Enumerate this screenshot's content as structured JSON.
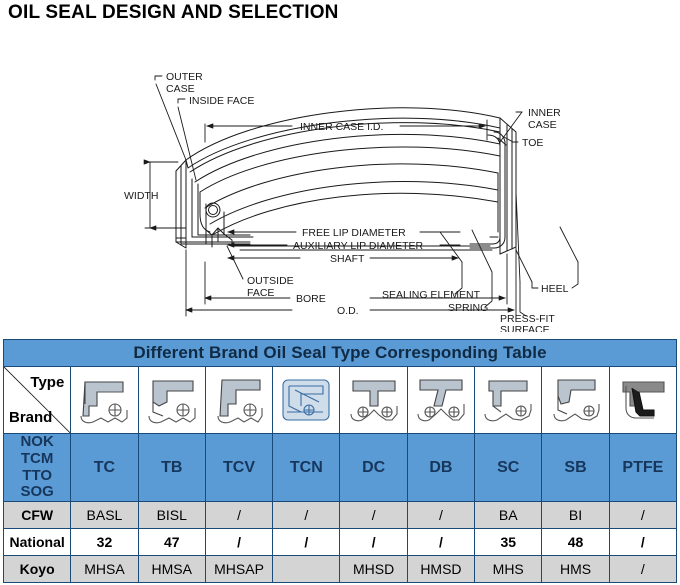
{
  "page": {
    "title": "OIL SEAL DESIGN AND SELECTION"
  },
  "diagram": {
    "name": "oil-seal-cross-section-diagram",
    "labels": {
      "outer_case": "OUTER\nCASE",
      "outer_case_l1": "OUTER",
      "outer_case_l2": "CASE",
      "inside_face": "INSIDE FACE",
      "inner_case_id": "INNER CASE I.D.",
      "inner_case_l1": "INNER",
      "inner_case_l2": "CASE",
      "toe": "TOE",
      "width": "WIDTH",
      "free_lip_diameter": "FREE LIP DIAMETER",
      "auxiliary_lip_diameter": "AUXILIARY LIP DIAMETER",
      "shaft": "SHAFT",
      "outside_face_l1": "OUTSIDE",
      "outside_face_l2": "FACE",
      "sealing_element": "SEALING ELEMENT",
      "spring": "SPRING",
      "heel": "HEEL",
      "bore": "BORE",
      "od": "O.D.",
      "press_fit_l1": "PRESS-FIT",
      "press_fit_l2": "SURFACE"
    }
  },
  "table": {
    "banner": "Different Brand Oil Seal Type Corresponding Table",
    "corner": {
      "type_label": "Type",
      "brand_label": "Brand"
    },
    "columns": [
      {
        "type": "TC",
        "icon": "seal-icon-tc"
      },
      {
        "type": "TB",
        "icon": "seal-icon-tb"
      },
      {
        "type": "TCV",
        "icon": "seal-icon-tcv"
      },
      {
        "type": "TCN",
        "icon": "seal-icon-tcn"
      },
      {
        "type": "DC",
        "icon": "seal-icon-dc"
      },
      {
        "type": "DB",
        "icon": "seal-icon-db"
      },
      {
        "type": "SC",
        "icon": "seal-icon-sc"
      },
      {
        "type": "SB",
        "icon": "seal-icon-sb"
      },
      {
        "type": "PTFE",
        "icon": "seal-icon-ptfe"
      }
    ],
    "brand_header": "NOK\nTCM TTO\nSOG",
    "brand_header_l1": "NOK",
    "brand_header_l2": "TCM TTO",
    "brand_header_l3": "SOG",
    "rows": [
      {
        "brand": "CFW",
        "values": [
          "BASL",
          "BISL",
          "/",
          "/",
          "/",
          "/",
          "BA",
          "BI",
          "/"
        ]
      },
      {
        "brand": "National",
        "values": [
          "32",
          "47",
          "/",
          "/",
          "/",
          "/",
          "35",
          "48",
          "/"
        ]
      },
      {
        "brand": "Koyo",
        "values": [
          "MHSA",
          "HMSA",
          "MHSAP",
          "",
          "MHSD",
          "HMSD",
          "MHS",
          "HMS",
          "/"
        ]
      }
    ]
  },
  "colors": {
    "header_blue": "#5b9bd5",
    "header_text": "#16365c",
    "row_grey": "#d4d4d4",
    "row_white": "#ffffff",
    "border": "#1a4a7a",
    "diagram_line": "#1a1a1a"
  }
}
